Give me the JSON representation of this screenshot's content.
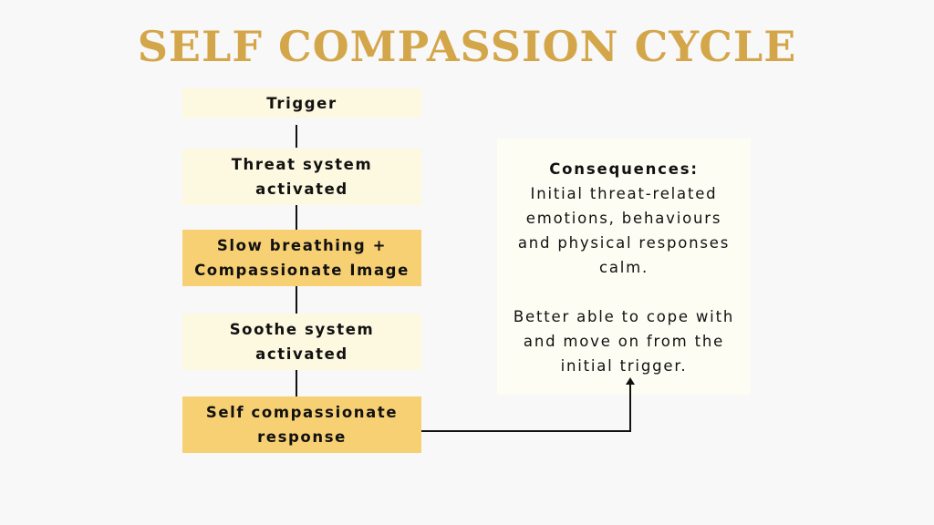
{
  "title": "SELF COMPASSION CYCLE",
  "steps": [
    {
      "label": "Trigger",
      "style": "light"
    },
    {
      "label": "Threat system activated",
      "style": "light"
    },
    {
      "label": "Slow breathing + Compassionate Image",
      "style": "highlight"
    },
    {
      "label": "Soothe system activated",
      "style": "light"
    },
    {
      "label": "Self compassionate response",
      "style": "highlight"
    }
  ],
  "consequences": {
    "heading": "Consequences:",
    "paragraph1": "Initial threat-related emotions, behaviours and physical responses calm.",
    "paragraph2": "Better able to cope with and move on from the initial trigger."
  },
  "colors": {
    "title": "#d4a64a",
    "light_box": "#fdf8e0",
    "highlight_box": "#f7d074"
  }
}
